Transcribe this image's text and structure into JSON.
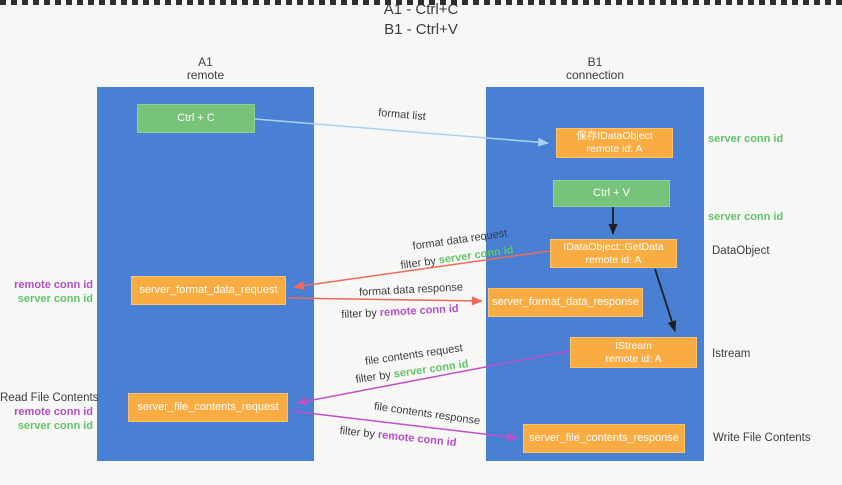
{
  "title": {
    "line1": "A1 - Ctrl+C",
    "line2": "B1 - Ctrl+V"
  },
  "lanes": {
    "left": {
      "name": "A1",
      "role": "remote"
    },
    "right": {
      "name": "B1",
      "role": "connection"
    }
  },
  "nodes": {
    "ctrl_c": {
      "label": "Ctrl + C"
    },
    "save_idataobject": {
      "line1": "保存IDataObject",
      "line2": "remote id: A"
    },
    "ctrl_v": {
      "label": "Ctrl + V"
    },
    "getdata": {
      "line1": "IDataObject::GetData",
      "line2": "remote id: A"
    },
    "istream": {
      "line1": "IStream",
      "line2": "remote id: A"
    },
    "server_format_data_request": {
      "label": "server_format_data_request"
    },
    "server_format_data_response": {
      "label": "server_format_data_response"
    },
    "server_file_contents_request": {
      "label": "server_file_contents_request"
    },
    "server_file_contents_response": {
      "label": "server_file_contents_response"
    }
  },
  "arrows": {
    "format_list": {
      "label": "format list"
    },
    "format_data_request": {
      "label": "format data request",
      "filter_prefix": "filter by",
      "filter_key": "server conn id"
    },
    "format_data_response": {
      "label": "format data response",
      "filter_prefix": "filter by",
      "filter_key": "remote conn id"
    },
    "file_contents_request": {
      "label": "file contents request",
      "filter_prefix": "filter by",
      "filter_key": "server conn id"
    },
    "file_contents_response": {
      "label": "file contents response",
      "filter_prefix": "filter by",
      "filter_key": "remote conn id"
    }
  },
  "side_labels": {
    "server_conn_id_top": "server conn id",
    "server_conn_id_mid": "server conn id",
    "data_object": "DataObject",
    "istream": "Istream",
    "write_file_contents": "Write File Contents",
    "left_group_format": {
      "remote_conn_id": "remote conn id",
      "server_conn_id": "server conn id"
    },
    "left_group_file": {
      "read_file_contents": "Read File Contents",
      "remote_conn_id": "remote conn id",
      "server_conn_id": "server conn id"
    }
  },
  "colors": {
    "lane_blue": "#4a80d4",
    "node_orange": "#f9ac41",
    "node_green": "#77c37a",
    "green_id": "#62c368",
    "purple_id": "#b14fc5",
    "arrow_red": "#ee6a5e",
    "arrow_magenta": "#c050c8",
    "arrow_blue": "#a6d3f2",
    "arrow_black": "#1f1f1f",
    "text_dark": "#3c3c3c",
    "background": "#f7f7f6",
    "separator": "#2e2e2e"
  }
}
